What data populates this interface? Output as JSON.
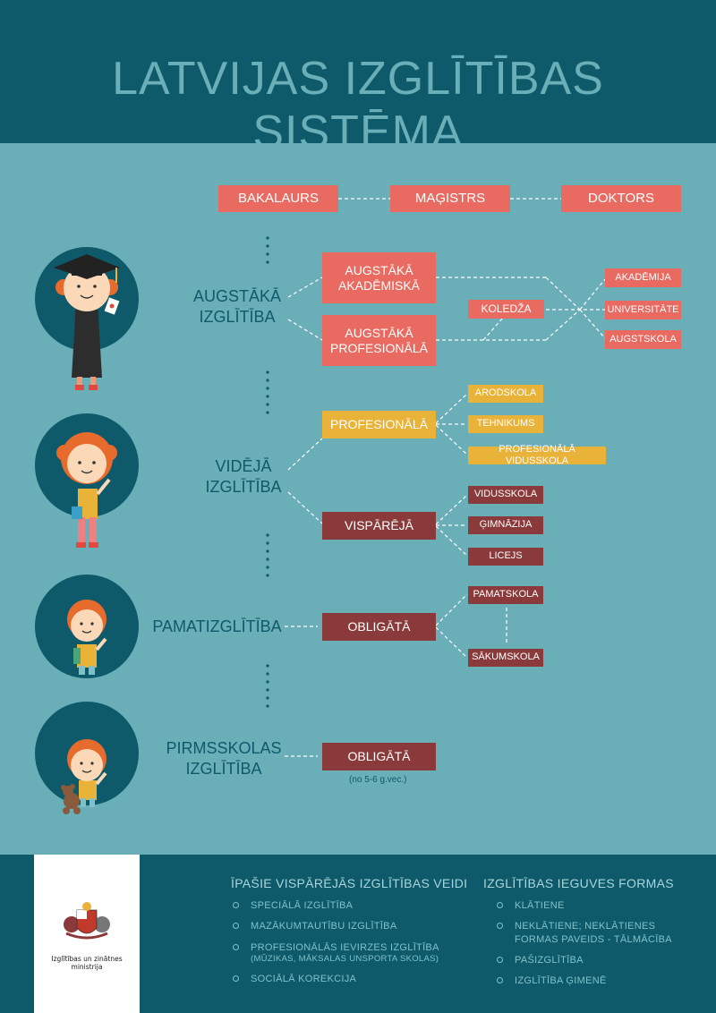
{
  "title": "LATVIJAS IZGLĪTĪBAS SISTĒMA",
  "higher_degrees": [
    "BAKALAURS",
    "MAĢISTRS",
    "DOKTORS"
  ],
  "levels": {
    "higher": "AUGSTĀKĀ\nIZGLĪTĪBA",
    "secondary": "VIDĒJĀ\nIZGLĪTĪBA",
    "basic": "PAMATIZGLĪTĪBA",
    "preschool": "PIRMSSKOLAS\nIZGLĪTĪBA"
  },
  "higher_branches": {
    "academic": "AUGSTĀKĀ\nAKADĒMISKĀ",
    "professional": "AUGSTĀKĀ\nPROFESIONĀLĀ",
    "college": "KOLEDŽA",
    "institutions": [
      "AKADĒMIJA",
      "UNIVERSITĀTE",
      "AUGSTSKOLA"
    ]
  },
  "secondary_branches": {
    "professional": "PROFESIONĀLĀ",
    "professional_schools": [
      "ARODSKOLA",
      "TEHNIKUMS",
      "PROFESIONĀLĀ VIDUSSKOLA"
    ],
    "general": "VISPĀRĒJĀ",
    "general_schools": [
      "VIDUSSKOLA",
      "ĢIMNĀZIJA",
      "LICEJS"
    ]
  },
  "basic_branches": {
    "mandatory": "OBLIGĀTĀ",
    "schools": [
      "PAMATSKOLA",
      "SĀKUMSKOLA"
    ]
  },
  "preschool_branch": {
    "mandatory": "OBLIGĀTĀ",
    "note": "(no 5-6 g.vec.)"
  },
  "footer": {
    "ministry": "Izglītības un zinātnes ministrija",
    "special": {
      "title": "ĪPAŠIE VISPĀRĒJĀS IZGLĪTĪBAS VEIDI",
      "items": [
        "SPECIĀLĀ IZGLĪTĪBA",
        "MAZĀKUMTAUTĪBU IZGLĪTĪBA",
        "PROFESIONĀLĀS IEVIRZES IZGLĪTĪBA",
        "SOCIĀLĀ KOREKCIJA"
      ],
      "item3_sub": "(MŪZIKAS, MĀKSALAS UNSPORTA SKOLAS)"
    },
    "forms": {
      "title": "IZGLĪTĪBAS IEGUVES FORMAS",
      "items": [
        "KLĀTIENE",
        "NEKLĀTIENE; NEKLĀTIENES FORMAS PAVEIDS - TĀLMĀCĪBA",
        "PAŠIZGLĪTĪBA",
        "IZGLĪTĪBA ĢIMENĒ"
      ]
    }
  },
  "colors": {
    "background": "#6aaeb8",
    "header": "#0e5a6b",
    "salmon": "#e96a60",
    "yellow": "#e9b238",
    "maroon": "#8b3a3b"
  }
}
